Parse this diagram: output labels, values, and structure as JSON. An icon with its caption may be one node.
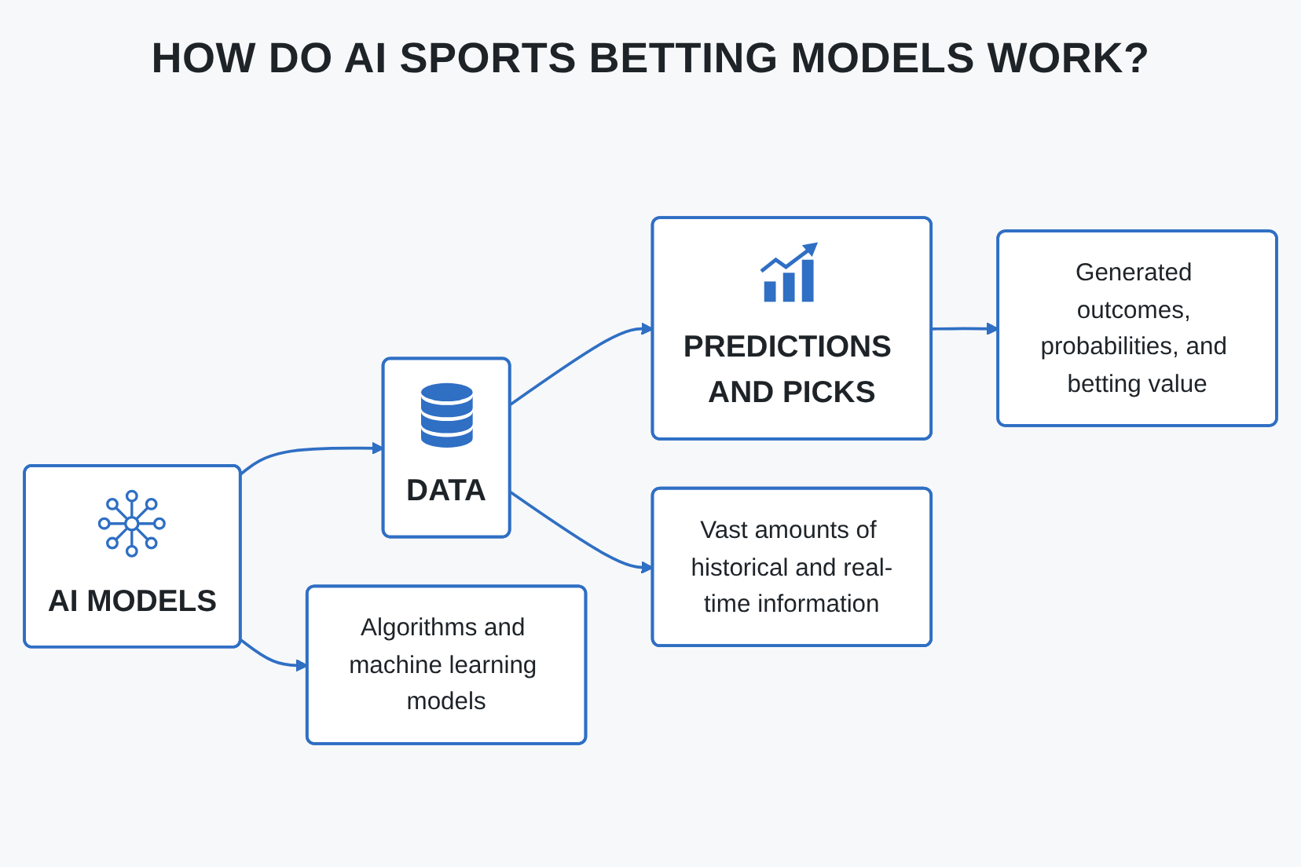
{
  "diagram": {
    "title": "HOW DO AI SPORTS BETTING MODELS WORK?",
    "nodes": [
      {
        "text": [
          "AI MODELS"
        ]
      },
      {
        "text": [
          "DATA"
        ]
      },
      {
        "text": [
          "PREDICTIONS AND PICKS"
        ]
      },
      {
        "text": [
          "Algorithms and machine learning models"
        ]
      },
      {
        "text": [
          "Vast amounts of historical and real-time information"
        ]
      },
      {
        "text": [
          "Generated outcomes, probabilities, and betting value"
        ]
      }
    ],
    "edges": [
      {
        "from": 0,
        "to": 1,
        "arrow": "to"
      },
      {
        "from": 1,
        "to": 2,
        "arrow": "to"
      },
      {
        "from": 0,
        "to": 3,
        "arrow": "to"
      },
      {
        "from": 1,
        "to": 4,
        "arrow": "to"
      },
      {
        "from": 2,
        "to": 5,
        "arrow": "to"
      }
    ]
  }
}
